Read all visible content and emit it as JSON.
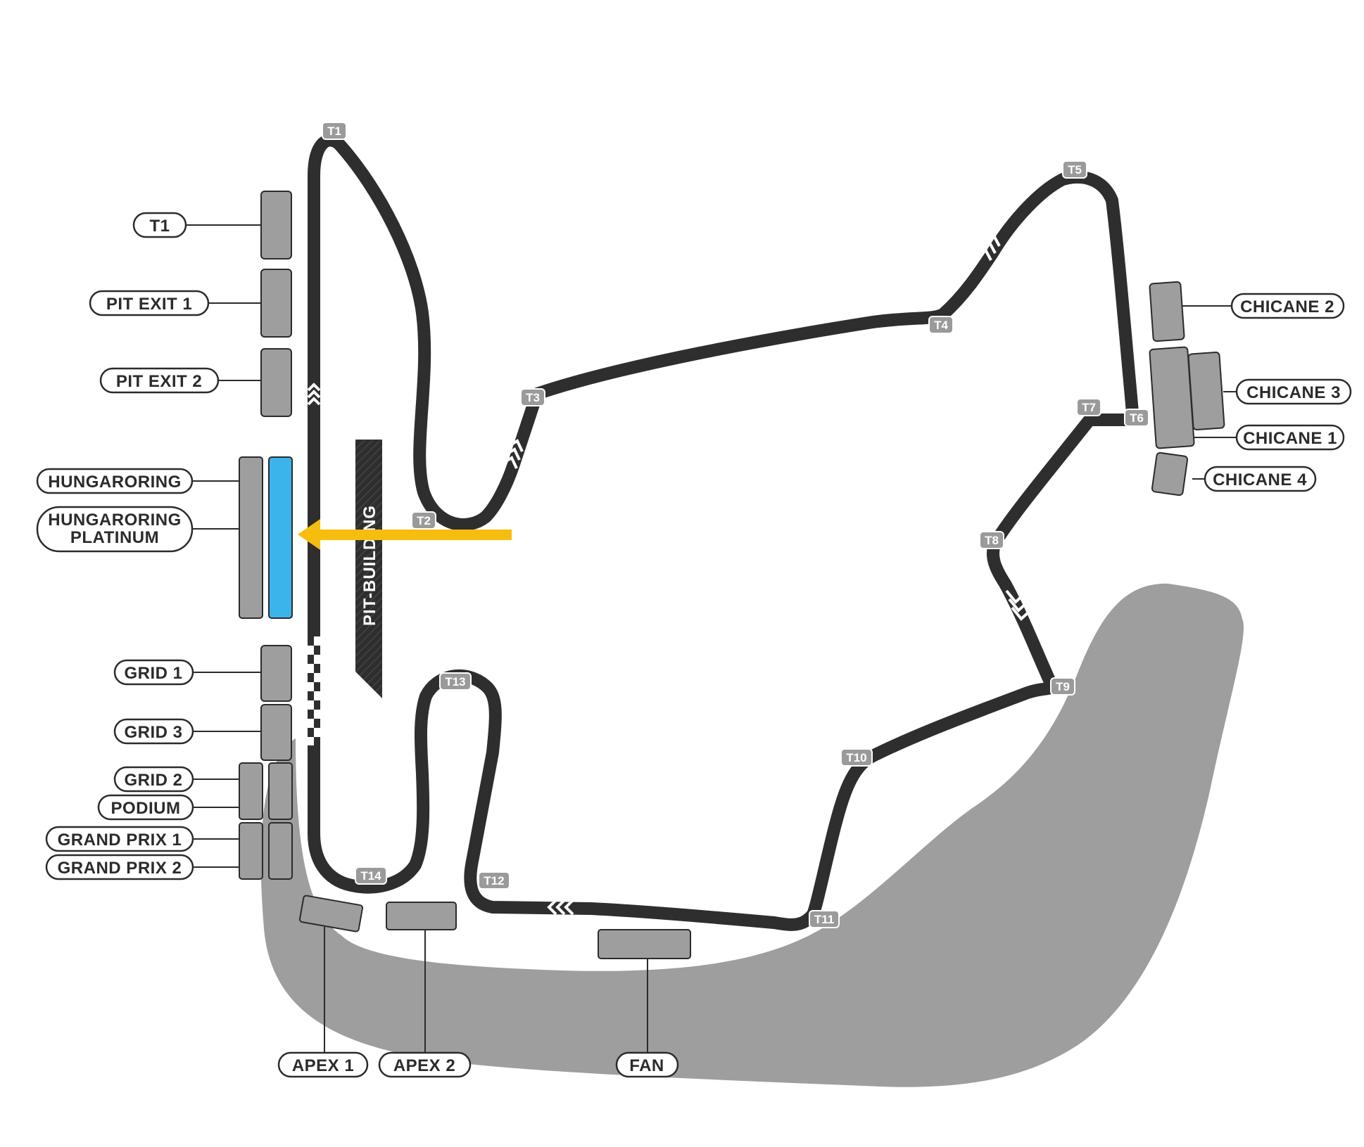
{
  "colors": {
    "track": "#2e2e2e",
    "zone": "#9e9e9e",
    "stand": "#9e9e9e",
    "selected_stand": "#3bb4ec",
    "arrow": "#f5bd0d",
    "turn_badge": "#9a9a9a",
    "pill_border": "#2b2b2b"
  },
  "pit_building": {
    "label": "PIT-BUILDING"
  },
  "turns": [
    "T1",
    "T2",
    "T3",
    "T4",
    "T5",
    "T6",
    "T7",
    "T8",
    "T9",
    "T10",
    "T11",
    "T12",
    "T13",
    "T14"
  ],
  "grandstands": {
    "t1": "T1",
    "pit_exit_1": "PIT EXIT 1",
    "pit_exit_2": "PIT EXIT 2",
    "hungaroring": "HUNGARORING",
    "hungaroring_platinum": [
      "HUNGARORING",
      "PLATINUM"
    ],
    "grid_1": "GRID 1",
    "grid_3": "GRID 3",
    "grid_2": "GRID 2",
    "podium": "PODIUM",
    "grand_prix_1": "GRAND PRIX 1",
    "grand_prix_2": "GRAND PRIX 2",
    "apex_1": "APEX 1",
    "apex_2": "APEX 2",
    "fan": "FAN",
    "chicane_2": "CHICANE 2",
    "chicane_3": "CHICANE 3",
    "chicane_1": "CHICANE 1",
    "chicane_4": "CHICANE 4"
  },
  "selected_grandstand": "HUNGARORING PLATINUM"
}
